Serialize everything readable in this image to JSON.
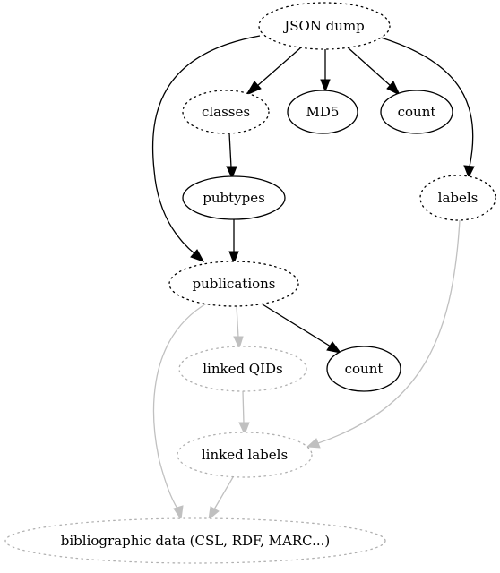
{
  "nodes": {
    "json_dump": "JSON dump",
    "classes": "classes",
    "md5": "MD5",
    "count_top": "count",
    "labels": "labels",
    "pubtypes": "pubtypes",
    "publications": "publications",
    "linked_qids": "linked QIDs",
    "count_pub": "count",
    "linked_labels": "linked labels",
    "bibliographic_data": "bibliographic data (CSL, RDF, MARC...)"
  },
  "colors": {
    "primary_stroke": "#000000",
    "derived_stroke": "#c0c0c0",
    "background": "#ffffff"
  }
}
